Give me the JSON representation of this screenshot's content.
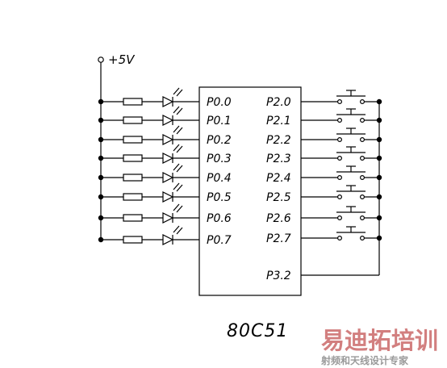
{
  "supply": {
    "label": "+5V"
  },
  "chip": {
    "name": "80C51",
    "port0": [
      "P0.0",
      "P0.1",
      "P0.2",
      "P0.3",
      "P0.4",
      "P0.5",
      "P0.6",
      "P0.7"
    ],
    "port2": [
      "P2.0",
      "P2.1",
      "P2.2",
      "P2.3",
      "P2.4",
      "P2.5",
      "P2.6",
      "P2.7"
    ],
    "p32": "P3.2"
  },
  "watermark": {
    "title": "易迪拓培训",
    "subtitle": "射频和天线设计专家"
  },
  "colors": {
    "ink": "#000000",
    "watermark": "#d27f7f",
    "watermark_sub": "#9a9a9a"
  }
}
